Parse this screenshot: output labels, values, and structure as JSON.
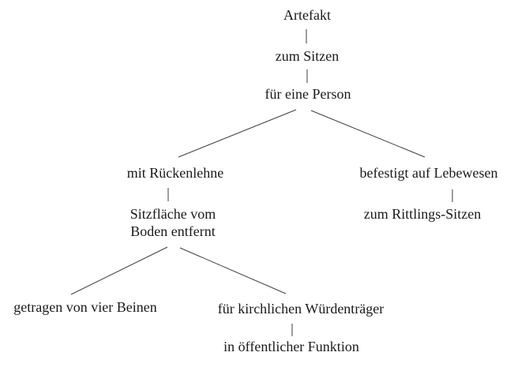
{
  "diagram": {
    "colors": {
      "background": "#ffffff",
      "text": "#1a1a1a",
      "line": "#3d3d3d"
    },
    "nodes": {
      "artefakt": {
        "label": "Artefakt"
      },
      "zum_sitzen": {
        "label": "zum Sitzen"
      },
      "fuer_eine_person": {
        "label": "für eine Person"
      },
      "mit_rueckenlehne": {
        "label": "mit Rückenlehne"
      },
      "sitzflaeche_vom_boden_entfernt": {
        "line1": "Sitzfläche vom",
        "line2": "Boden entfernt"
      },
      "befestigt_auf_lebewesen": {
        "label": "befestigt auf Lebewesen"
      },
      "zum_rittlings_sitzen": {
        "label": "zum Rittlings-Sitzen"
      },
      "getragen_von_vier_beinen": {
        "label": "getragen von vier Beinen"
      },
      "fuer_kirchlichen_wuerdentraeger": {
        "label": "für kirchlichen Würdenträger"
      },
      "in_oeffentlicher_funktion": {
        "label": "in öffentlicher Funktion"
      }
    },
    "edges": [
      {
        "parent": "Artefakt",
        "child": "zum Sitzen"
      },
      {
        "parent": "zum Sitzen",
        "child": "für eine Person"
      },
      {
        "parent": "für eine Person",
        "child": "mit Rückenlehne"
      },
      {
        "parent": "für eine Person",
        "child": "befestigt auf Lebewesen"
      },
      {
        "parent": "mit Rückenlehne",
        "child": "Sitzfläche vom Boden entfernt"
      },
      {
        "parent": "befestigt auf Lebewesen",
        "child": "zum Rittlings-Sitzen"
      },
      {
        "parent": "Sitzfläche vom Boden entfernt",
        "child": "getragen von vier Beinen"
      },
      {
        "parent": "Sitzfläche vom Boden entfernt",
        "child": "für kirchlichen Würdenträger"
      },
      {
        "parent": "für kirchlichen Würdenträger",
        "child": "in öffentlicher Funktion"
      }
    ]
  }
}
